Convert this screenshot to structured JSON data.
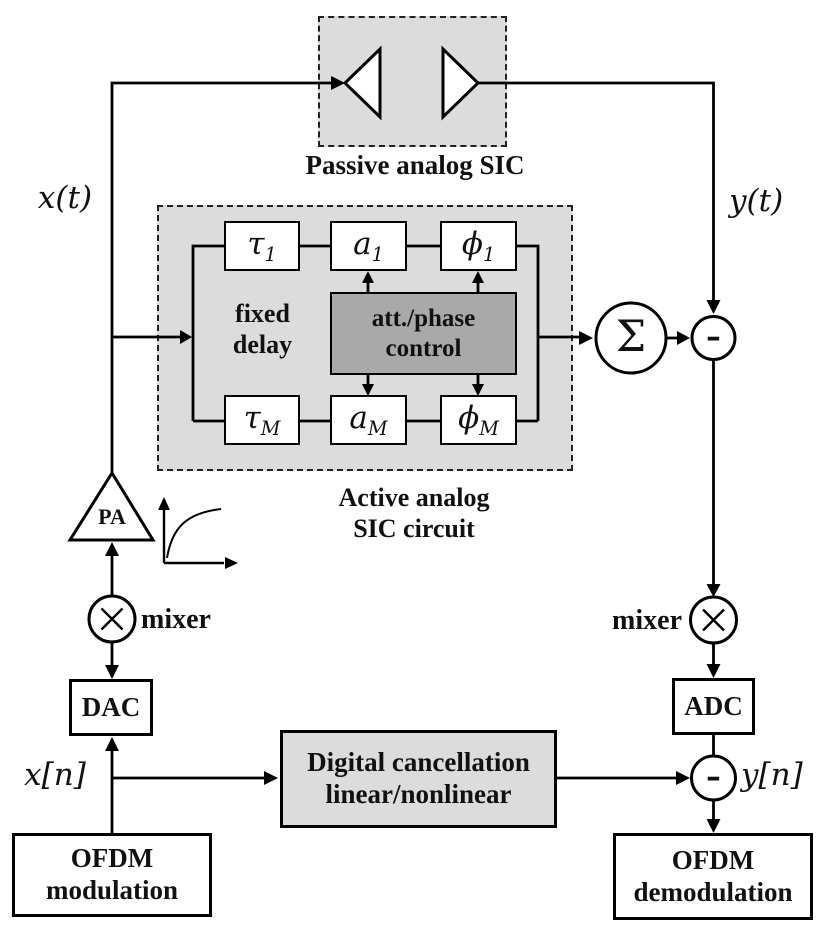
{
  "colors": {
    "panel_gray": "#dcdcdc",
    "control_gray": "#a9a9a9",
    "box_white": "#ffffff",
    "line_black": "#000000"
  },
  "passive_sic": {
    "label": "Passive analog SIC"
  },
  "active_sic": {
    "label_line1": "Active analog",
    "label_line2": "SIC circuit",
    "fixed_delay_line1": "fixed",
    "fixed_delay_line2": "delay",
    "control_line1": "att./phase",
    "control_line2": "control",
    "taps": [
      {
        "base": "τ",
        "sub": "1"
      },
      {
        "base": "a",
        "sub": "1"
      },
      {
        "base": "ϕ",
        "sub": "1"
      },
      {
        "base": "τ",
        "sub": "M"
      },
      {
        "base": "a",
        "sub": "M"
      },
      {
        "base": "ϕ",
        "sub": "M"
      }
    ]
  },
  "signals": {
    "tx_analog": "x(t)",
    "rx_analog": "y(t)",
    "tx_digital": "x[n]",
    "rx_digital": "y[n]"
  },
  "nodes": {
    "sum": "Σ",
    "subtract_rf": "-",
    "subtract_digital": "-",
    "pa": "PA",
    "mixer_tx": "mixer",
    "mixer_rx": "mixer",
    "dac": "DAC",
    "adc": "ADC"
  },
  "digital_cancellation": {
    "line1": "Digital cancellation",
    "line2": "linear/nonlinear"
  },
  "ofdm_modulation": {
    "line1": "OFDM",
    "line2": "modulation"
  },
  "ofdm_demodulation": {
    "line1": "OFDM",
    "line2": "demodulation"
  }
}
